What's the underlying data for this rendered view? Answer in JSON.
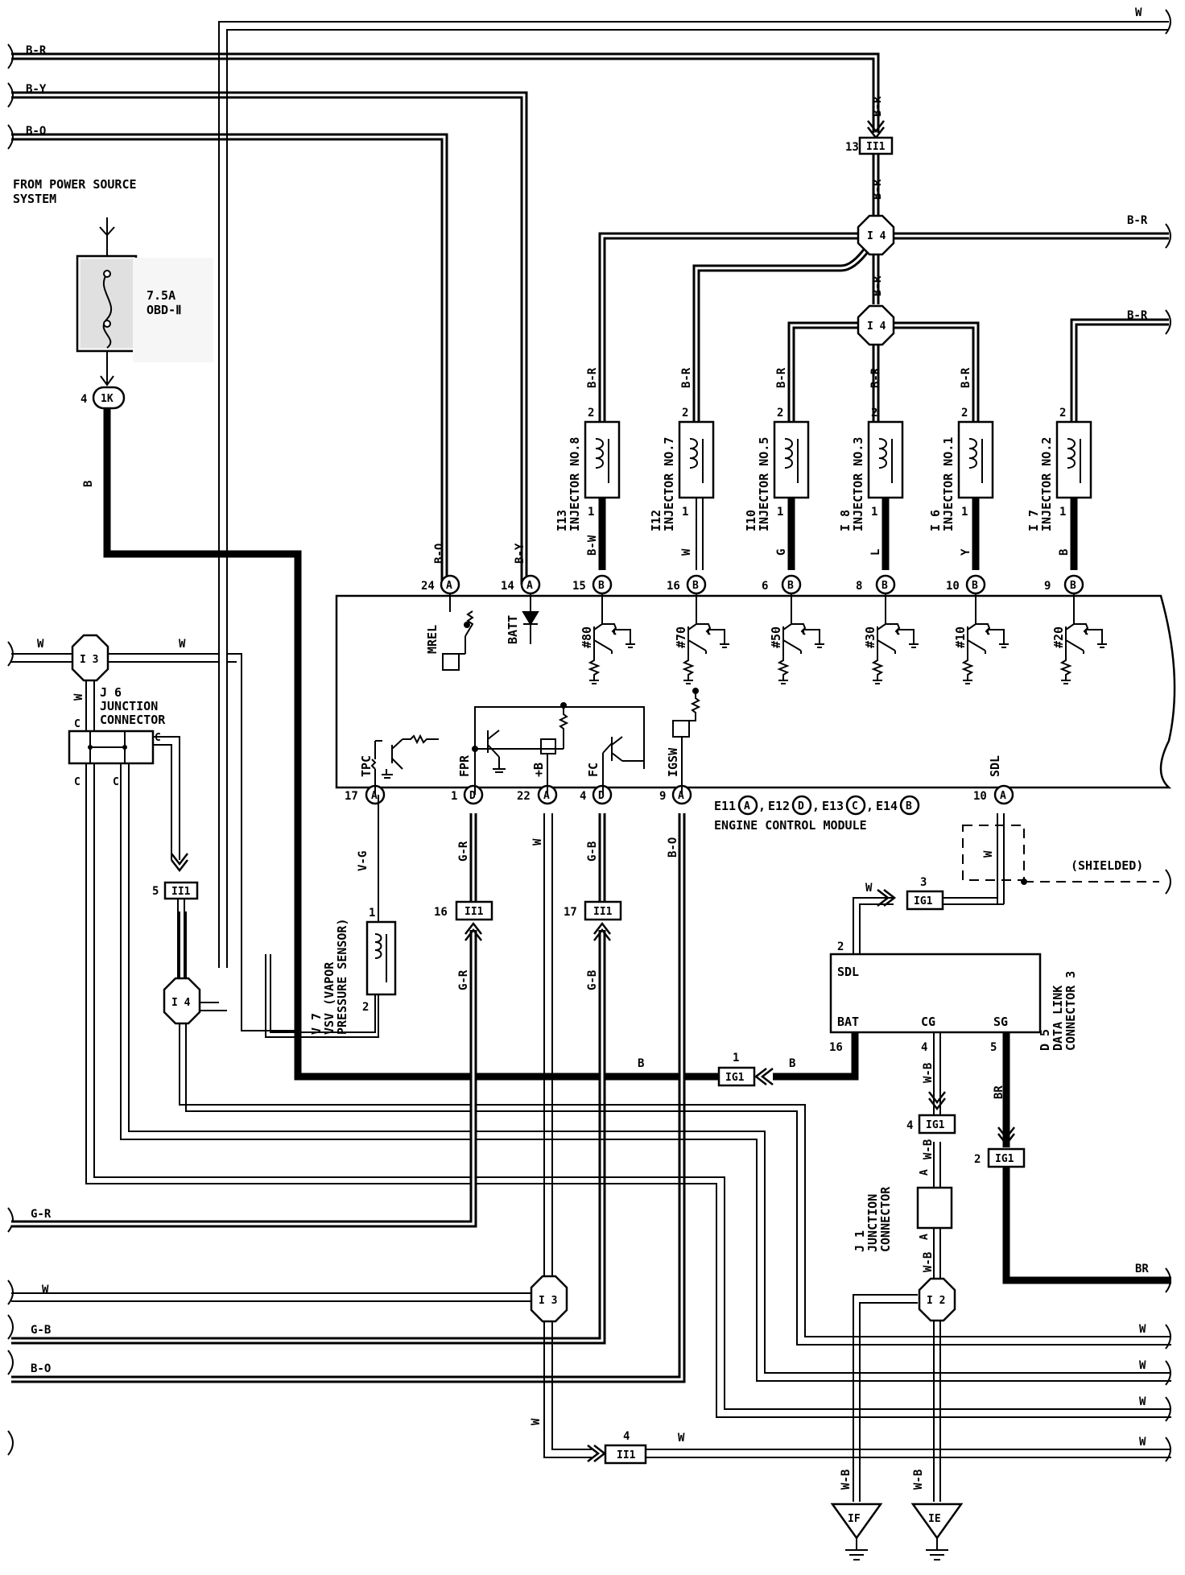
{
  "power": {
    "title_1": "FROM POWER SOURCE",
    "title_2": "SYSTEM",
    "fuse_amp": "7.5A",
    "fuse_name": "OBD-Ⅱ",
    "conn_pin": "4",
    "conn_id": "1K"
  },
  "left_wires": {
    "br": "B-R",
    "by": "B-Y",
    "bo": "B-O",
    "w": "W",
    "gr": "G-R",
    "gb": "G-B",
    "bo2": "B-O",
    "b": "B"
  },
  "top_right": {
    "w": "W",
    "br1": "B-R",
    "br2": "B-R"
  },
  "injectors": [
    {
      "id": "I13",
      "name": "INJECTOR NO.8",
      "pin": "15",
      "conn": "B",
      "sig": "#80",
      "wire_top": "B-R",
      "wire_bottom": "B-W"
    },
    {
      "id": "I12",
      "name": "INJECTOR NO.7",
      "pin": "16",
      "conn": "B",
      "sig": "#70",
      "wire_top": "B-R",
      "wire_bottom": "W"
    },
    {
      "id": "I10",
      "name": "INJECTOR NO.5",
      "pin": "6",
      "conn": "B",
      "sig": "#50",
      "wire_top": "B-R",
      "wire_bottom": "G"
    },
    {
      "id": "I 8",
      "name": "INJECTOR NO.3",
      "pin": "8",
      "conn": "B",
      "sig": "#30",
      "wire_top": "B-R",
      "wire_bottom": "L"
    },
    {
      "id": "I 6",
      "name": "INJECTOR NO.1",
      "pin": "10",
      "conn": "B",
      "sig": "#10",
      "wire_top": "B-R",
      "wire_bottom": "Y"
    },
    {
      "id": "I 7",
      "name": "INJECTOR NO.2",
      "pin": "9",
      "conn": "B",
      "sig": "#20",
      "wire_top": "",
      "wire_bottom": "B"
    }
  ],
  "injector_pins": {
    "top": "2",
    "bottom": "1"
  },
  "junctions": {
    "i4_top": "I 4",
    "i4_mid": "I 4",
    "i3_left": "I 3",
    "i4_left": "I 4",
    "i3_bottom": "I 3",
    "i2": "I 2"
  },
  "ii1": {
    "top_pin": "13",
    "top_label": "II1",
    "left_pin": "5",
    "left_label": "II1",
    "gr_pin": "16",
    "gr_label": "II1",
    "gb_pin": "17",
    "gb_label": "II1",
    "bottom_pin": "4",
    "bottom_label": "II1"
  },
  "ecm": {
    "top_pins": [
      {
        "num": "24",
        "conn": "A",
        "sig": "MREL",
        "wire": "B-O"
      },
      {
        "num": "14",
        "conn": "A",
        "sig": "BATT",
        "wire": "B-Y"
      }
    ],
    "bottom_pins": [
      {
        "num": "17",
        "conn": "A",
        "sig": "TPC",
        "wire": "V-G"
      },
      {
        "num": "1",
        "conn": "D",
        "sig": "FPR",
        "wire": "G-R"
      },
      {
        "num": "22",
        "conn": "A",
        "sig": "+B",
        "wire": "W"
      },
      {
        "num": "4",
        "conn": "D",
        "sig": "FC",
        "wire": "G-B"
      },
      {
        "num": "9",
        "conn": "A",
        "sig": "IGSW",
        "wire": "B-O"
      },
      {
        "num": "10",
        "conn": "A",
        "sig": "SDL",
        "wire": "W"
      }
    ],
    "legend": [
      {
        "name": "E11",
        "conn": "A"
      },
      {
        "name": "E12",
        "conn": "D"
      },
      {
        "name": "E13",
        "conn": "C"
      },
      {
        "name": "E14",
        "conn": "B"
      }
    ],
    "name": "ENGINE CONTROL MODULE"
  },
  "j6": {
    "id": "J 6",
    "name_1": "JUNCTION",
    "name_2": "CONNECTOR",
    "pin": "C"
  },
  "vsv": {
    "id": "V 7",
    "name_1": "VSV (VAPOR",
    "name_2": "PRESSURE SENSOR)",
    "pin_top": "1",
    "pin_bottom": "2"
  },
  "shielded": "(SHIELDED)",
  "dlc": {
    "id": "D 5",
    "name_1": "DATA LINK",
    "name_2": "CONNECTOR 3",
    "sdl": "SDL",
    "bat": "BAT",
    "cg": "CG",
    "sg": "SG",
    "pin_sdl": "2",
    "pin_bat": "16",
    "pin_cg": "4",
    "pin_sg": "5",
    "wire_cg": "W-B",
    "wire_sg": "BR",
    "wire_bat": "B",
    "wire_sdl": "W"
  },
  "ig1": {
    "sdl_pin": "3",
    "sdl_label": "IG1",
    "bat_pin": "1",
    "bat_label": "IG1",
    "cg_pin": "4",
    "cg_label": "IG1",
    "sg_pin": "2",
    "sg_label": "IG1"
  },
  "j1": {
    "id": "J 1",
    "name_1": "JUNCTION",
    "name_2": "CONNECTOR",
    "pin_a": "A",
    "wire": "W-B"
  },
  "grounds": {
    "if": "IF",
    "ie": "IE",
    "wire": "W-B"
  },
  "right_w": [
    "W",
    "W",
    "W",
    "W"
  ],
  "br_out": "BR",
  "shield_w": "W"
}
